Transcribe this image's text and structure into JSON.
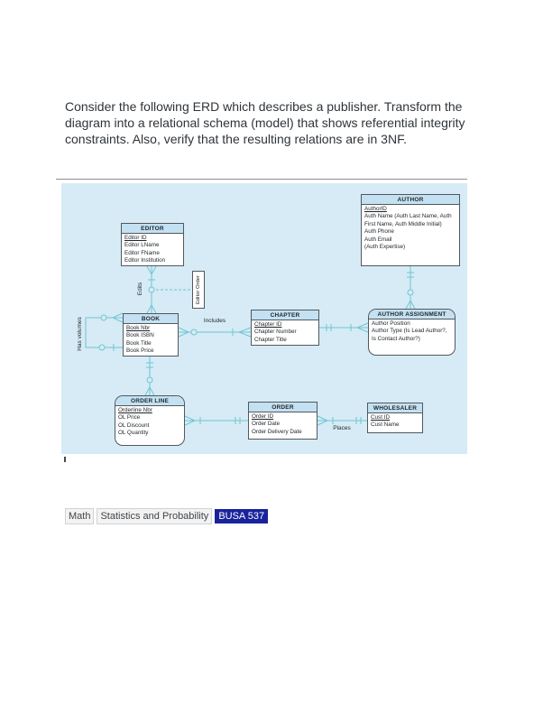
{
  "page": {
    "prompt_text": "Consider the following ERD which describes a publisher. Transform the diagram into a relational schema (model) that shows referential integrity constraints. Also, verify that the resulting relations are in 3NF."
  },
  "erd": {
    "entities": {
      "editor": {
        "title": "EDITOR",
        "pk": "Editor ID",
        "attrs": [
          "Editor LName",
          "Editor FName",
          "Editor Institution"
        ]
      },
      "author": {
        "title": "AUTHOR",
        "pk": "AuthorID",
        "attrs": [
          "Auth Name (Auth Last Name, Auth First Name, Auth Middle Initial)",
          "Auth Phone",
          "Auth Email",
          "(Auth Expertise)"
        ]
      },
      "book": {
        "title": "BOOK",
        "pk": "Book Nbr",
        "attrs": [
          "Book ISBN",
          "Book Title",
          "Book Price"
        ]
      },
      "chapter": {
        "title": "CHAPTER",
        "pk": "Chapter ID",
        "attrs": [
          "Chapter Number",
          "Chapter Title"
        ]
      },
      "author_assignment": {
        "title": "AUTHOR ASSIGNMENT",
        "attrs": [
          "Author Position",
          "Author Type (Is Lead Author?, Is Contact Author?)"
        ]
      },
      "order_line": {
        "title": "ORDER LINE",
        "pk": "Orderline Nbr",
        "attrs": [
          "OL Price",
          "OL Discount",
          "OL Quantity"
        ]
      },
      "order": {
        "title": "ORDER",
        "pk": "Order ID",
        "attrs": [
          "Order Date",
          "Order Delivery Date"
        ]
      },
      "wholesaler": {
        "title": "WHOLESALER",
        "pk": "Cust ID",
        "attrs": [
          "Cust Name"
        ]
      }
    },
    "labels": {
      "edits": "Edits",
      "editor_order": "Editor Order",
      "includes": "Includes",
      "places": "Places",
      "has_volumes": "Has volumes"
    },
    "colors": {
      "diagram_background": "#d6ebf5",
      "entity_header": "#c3e1f2",
      "connector": "#6fc6d4",
      "badge_background": "#18239b"
    }
  },
  "footer": {
    "tags": [
      "Math",
      "Statistics and Probability"
    ],
    "course_badge": "BUSA 537"
  }
}
